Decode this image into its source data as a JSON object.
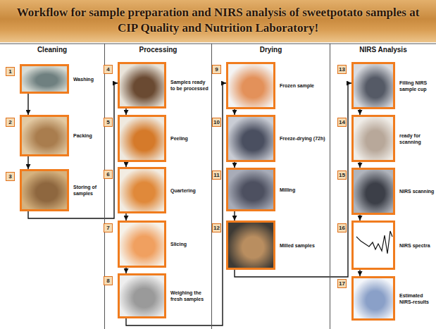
{
  "diagram": {
    "title": "Workflow for sample preparation and NIRS analysis of sweetpotato samples at CIP Quality and Nutrition Laboratory!",
    "nodes": [
      {
        "text": [
          "Cleaning"
        ]
      },
      {
        "text": [
          "1",
          "Washing"
        ],
        "in": 0
      },
      {
        "text": [
          "2",
          "Packing"
        ],
        "in": 0
      },
      {
        "text": [
          "3",
          "Storing of samples"
        ],
        "in": 0
      },
      {
        "text": [
          "Processing"
        ]
      },
      {
        "text": [
          "4",
          "Samples ready to be processed"
        ],
        "in": 4
      },
      {
        "text": [
          "5",
          "Peeling"
        ],
        "in": 4
      },
      {
        "text": [
          "6",
          "Quartering"
        ],
        "in": 4
      },
      {
        "text": [
          "7",
          "Slicing"
        ],
        "in": 4
      },
      {
        "text": [
          "8",
          "Weighing the fresh samples"
        ],
        "in": 4
      },
      {
        "text": [
          "Drying"
        ]
      },
      {
        "text": [
          "9",
          "Frozen sample"
        ],
        "in": 10
      },
      {
        "text": [
          "10",
          "Freeze-drying (72h)"
        ],
        "in": 10
      },
      {
        "text": [
          "11",
          "Milling"
        ],
        "in": 10
      },
      {
        "text": [
          "12",
          "Milled samples"
        ],
        "in": 10
      },
      {
        "text": [
          "NIRS Analysis"
        ]
      },
      {
        "text": [
          "13",
          "Filling NIRS sample cup"
        ],
        "in": 15
      },
      {
        "text": [
          "14",
          "ready for scanning"
        ],
        "in": 15
      },
      {
        "text": [
          "15",
          "NIRS scanning"
        ],
        "in": 15
      },
      {
        "text": [
          "16",
          "NIRS spectra"
        ],
        "in": 15
      },
      {
        "text": [
          "17",
          "Estimated NIRS-results"
        ],
        "in": 15
      }
    ],
    "edges": [
      {
        "from": 1,
        "to": 2,
        "arrow": "to"
      },
      {
        "from": 2,
        "to": 3,
        "arrow": "to"
      },
      {
        "from": 3,
        "to": 5,
        "arrow": "to"
      },
      {
        "from": 5,
        "to": 6,
        "arrow": "to"
      },
      {
        "from": 6,
        "to": 7,
        "arrow": "to"
      },
      {
        "from": 7,
        "to": 8,
        "arrow": "to"
      },
      {
        "from": 8,
        "to": 9,
        "arrow": "to"
      },
      {
        "from": 9,
        "to": 11,
        "arrow": "to"
      },
      {
        "from": 11,
        "to": 12,
        "arrow": "to"
      },
      {
        "from": 12,
        "to": 13,
        "arrow": "to"
      },
      {
        "from": 13,
        "to": 14,
        "arrow": "to"
      },
      {
        "from": 14,
        "to": 16,
        "arrow": "to"
      },
      {
        "from": 16,
        "to": 17,
        "arrow": "to"
      },
      {
        "from": 17,
        "to": 18,
        "arrow": "to"
      },
      {
        "from": 18,
        "to": 19,
        "arrow": "to"
      },
      {
        "from": 19,
        "to": 20,
        "arrow": "to"
      }
    ]
  }
}
